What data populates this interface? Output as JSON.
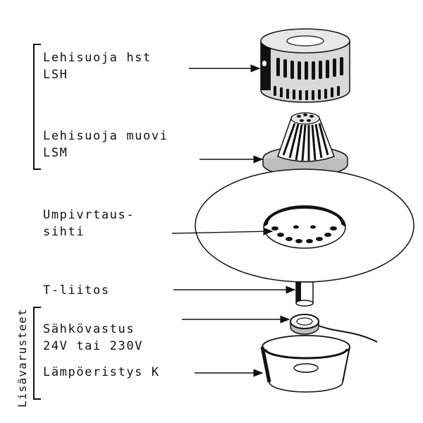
{
  "labels": {
    "lehisuoja_hst": [
      "Lehisuoja hst",
      "LSH"
    ],
    "lehisuoja_muovi": [
      "Lehisuoja muovi",
      "LSM"
    ],
    "umpivirtaus": [
      "Umpivrtaus-",
      "sihti"
    ],
    "t_liitos": "T-liitos",
    "sahkovastus": [
      "Sähkövastus",
      "24V tai 230V"
    ],
    "lampoeristys": "Lämpöeristys K",
    "lisavarusteet": "Lisävarusteet"
  }
}
